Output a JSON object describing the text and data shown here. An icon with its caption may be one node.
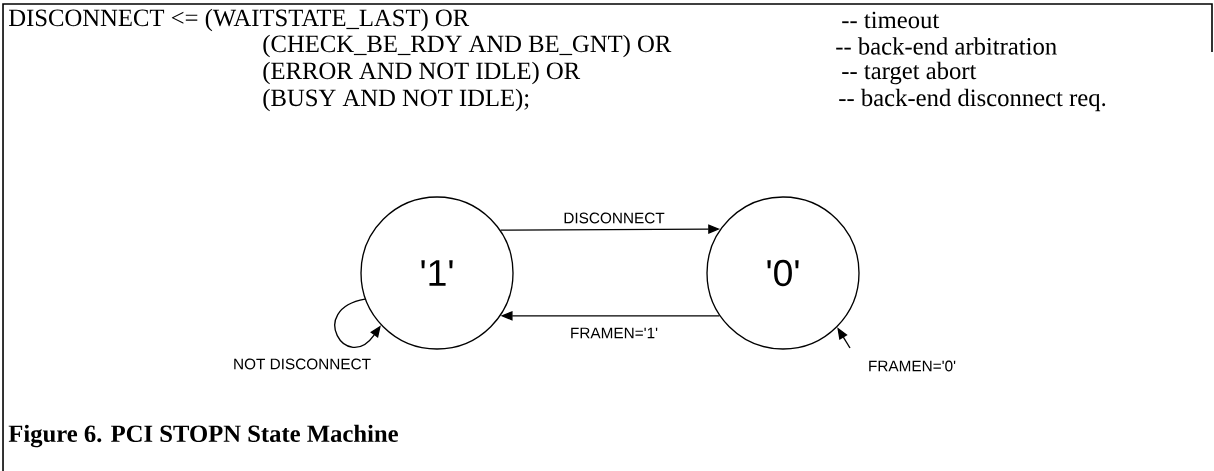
{
  "diagram": {
    "caption": "Figure 6. PCI STOPN State Machine",
    "nodes": [
      {
        "text": [
          "'1'"
        ]
      },
      {
        "text": [
          "'0'"
        ]
      }
    ],
    "edges": [
      {
        "from": 0,
        "to": 1,
        "arrow": "to",
        "label": "DISCONNECT"
      },
      {
        "from": 1,
        "to": 0,
        "arrow": "to",
        "label": "FRAMEN='1'"
      },
      {
        "from": 0,
        "to": 0,
        "arrow": "to",
        "label": "NOT DISCONNECT"
      },
      {
        "from": null,
        "to": 1,
        "arrow": "to",
        "label": "FRAMEN='0'"
      }
    ],
    "labels": [
      "DISCONNECT <= (WAITSTATE_LAST) OR",
      "-- timeout",
      "(CHECK_BE_RDY AND BE_GNT) OR",
      "-- back-end arbitration",
      "(ERROR AND NOT IDLE) OR",
      "-- target abort",
      "(BUSY AND NOT IDLE);",
      "-- back-end disconnect req."
    ]
  }
}
